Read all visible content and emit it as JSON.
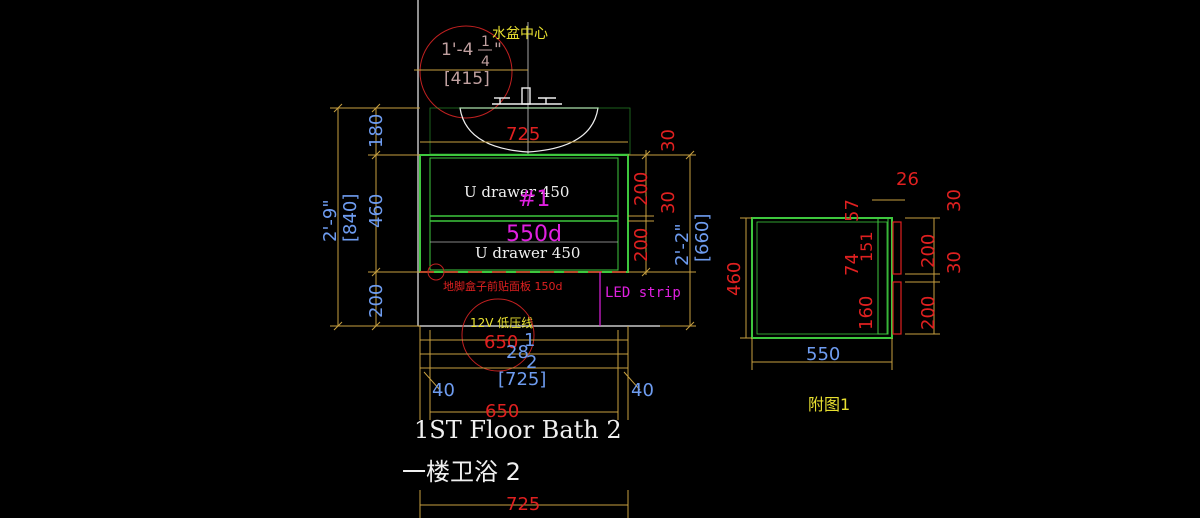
{
  "colors": {
    "background": "#000000",
    "cabinet": "#3ec83e",
    "dim_line": "#c8a040",
    "dim_red": "#e02020",
    "dim_blue": "#6e9cf0",
    "magenta": "#e020e0",
    "yellow": "#e8e030",
    "white": "#f0f0f0"
  },
  "labels": {
    "basin_center": "水盆中心",
    "basin_dim_imperial_a": "1'-4",
    "basin_dim_frac_num": "1",
    "basin_dim_frac_den": "4",
    "basin_dim_quote": "\"",
    "basin_dim_metric": "[415]",
    "drawer_top": "U drawer 450",
    "drawer_bottom": "U drawer 450",
    "tag_number": "#1",
    "tag_depth": "550d",
    "kick_panel": "地脚盒子前贴面板 150d",
    "led_strip": "LED strip",
    "low_voltage": "12V 低压线",
    "title_en": "1ST Floor Bath 2",
    "title_cn": "一楼卫浴 2",
    "figure_caption": "附图1"
  },
  "dimensions": {
    "width_725_top": "725",
    "width_725_bottom": "725",
    "width_650": "650",
    "width_650_small": "650",
    "width_28": "28",
    "frac_1": "1",
    "frac_2": "2",
    "width_725_metric": "[725]",
    "side_40_left": "40",
    "side_40_right": "40",
    "height_180": "180",
    "height_460": "460",
    "height_200": "200",
    "total_imperial": "2'-9\"",
    "total_metric": "[840]",
    "right_30_a": "30",
    "right_200_a": "200",
    "right_30_b": "30",
    "right_200_b": "200",
    "cab_imperial": "2'-2\"",
    "cab_metric": "[660]",
    "side_460": "460",
    "side_550": "550",
    "side_26": "26",
    "side_57": "57",
    "side_74": "74",
    "side_151": "151",
    "side_160": "160",
    "side_30_a": "30",
    "side_200_a": "200",
    "side_30_b": "30",
    "side_200_b": "200"
  }
}
